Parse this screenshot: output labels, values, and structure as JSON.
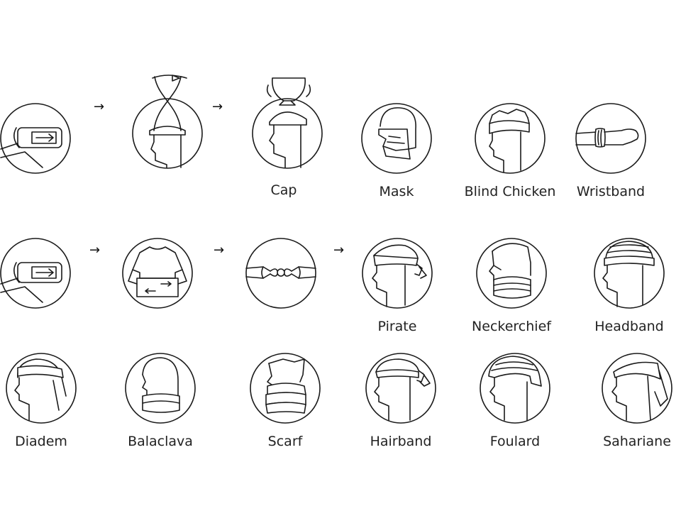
{
  "arrow_glyph": "→",
  "rows": [
    {
      "items": [
        {
          "key": "fold-1",
          "label": ""
        },
        {
          "key": "twist",
          "label": ""
        },
        {
          "key": "cap",
          "label": "Cap"
        },
        {
          "key": "mask",
          "label": "Mask"
        },
        {
          "key": "blind-chicken",
          "label": "Blind Chicken"
        },
        {
          "key": "wristband",
          "label": "Wristband"
        }
      ]
    },
    {
      "items": [
        {
          "key": "fold-2",
          "label": ""
        },
        {
          "key": "turn",
          "label": ""
        },
        {
          "key": "knot",
          "label": ""
        },
        {
          "key": "pirate",
          "label": "Pirate"
        },
        {
          "key": "neckerchief",
          "label": "Neckerchief"
        },
        {
          "key": "headband",
          "label": "Headband"
        }
      ]
    },
    {
      "items": [
        {
          "key": "diadem",
          "label": "Diadem"
        },
        {
          "key": "balaclava",
          "label": "Balaclava"
        },
        {
          "key": "scarf",
          "label": "Scarf"
        },
        {
          "key": "hairband",
          "label": "Hairband"
        },
        {
          "key": "foulard",
          "label": "Foulard"
        },
        {
          "key": "sahariane",
          "label": "Sahariane"
        }
      ]
    }
  ]
}
